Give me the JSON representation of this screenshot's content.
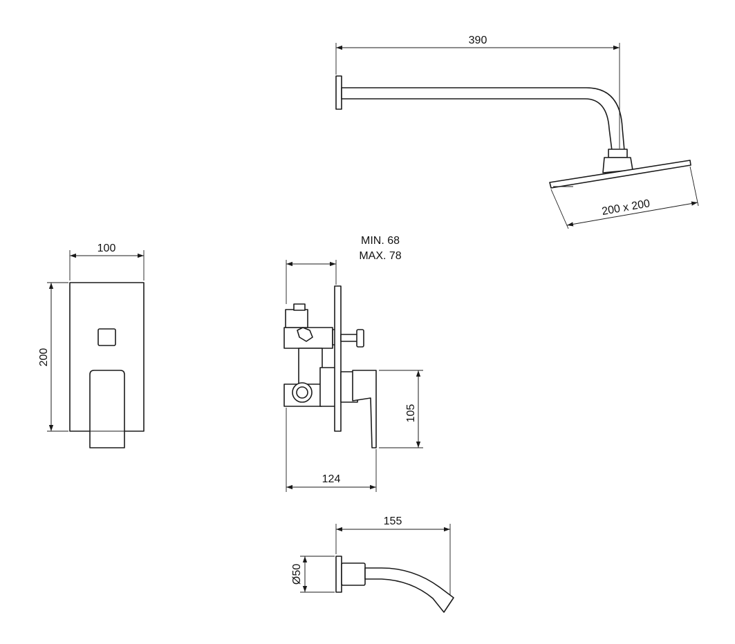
{
  "dimensions": {
    "shower_arm_length": "390",
    "shower_head_size": "200 x 200",
    "plate_width": "100",
    "plate_height": "200",
    "install_depth_min": "MIN. 68",
    "install_depth_max": "MAX. 78",
    "handle_height": "105",
    "total_depth": "124",
    "spout_length": "155",
    "spout_flange_diameter": "Ø50"
  },
  "colors": {
    "line": "#1a1a1a",
    "background": "#ffffff"
  }
}
